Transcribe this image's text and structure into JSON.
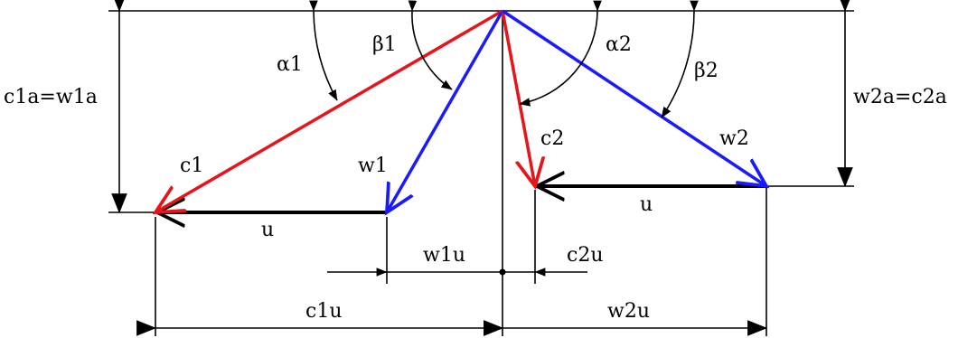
{
  "labels": {
    "alpha1": "α1",
    "beta1": "β1",
    "alpha2": "α2",
    "beta2": "β2",
    "c1a_w1a": "c1a=w1a",
    "w2a_c2a": "w2a=c2a",
    "c1": "c1",
    "w1": "w1",
    "c2": "c2",
    "w2": "w2",
    "u_left": "u",
    "u_right": "u",
    "w1u": "w1u",
    "c2u": "c2u",
    "c1u": "c1u",
    "w2u": "w2u"
  },
  "colors": {
    "absolute_velocity": "#e8141c",
    "relative_velocity": "#1a1aff",
    "dimension_lines": "#000000"
  }
}
